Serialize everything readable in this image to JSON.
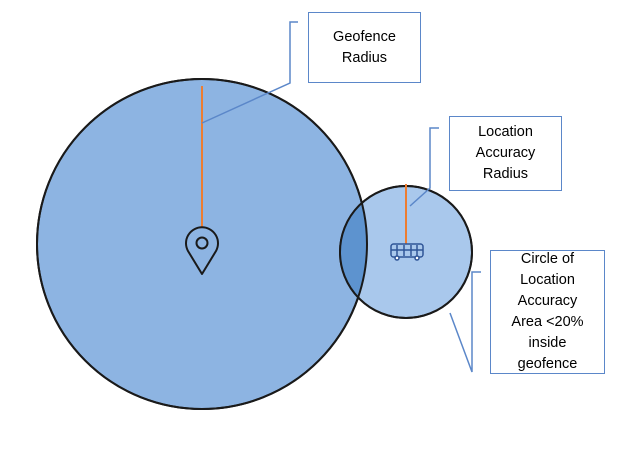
{
  "callouts": {
    "geofence_radius": {
      "lines": [
        "Geofence",
        "Radius"
      ]
    },
    "location_accuracy_radius": {
      "lines": [
        "Location",
        "Accuracy",
        "Radius"
      ]
    },
    "accuracy_area": {
      "lines": [
        "Circle of",
        "Location",
        "Accuracy",
        "Area <20%",
        "inside",
        "geofence"
      ]
    }
  },
  "icons": {
    "geofence_center": "map-pin-icon",
    "vehicle": "bus-icon"
  },
  "colors": {
    "geofence_fill": "#8db4e2",
    "accuracy_fill": "#a9c8ec",
    "overlap_fill": "#5d93cf",
    "radius_line": "#ed7d31",
    "leader_line": "#5b87c9",
    "circle_stroke": "#1a1a1a"
  }
}
